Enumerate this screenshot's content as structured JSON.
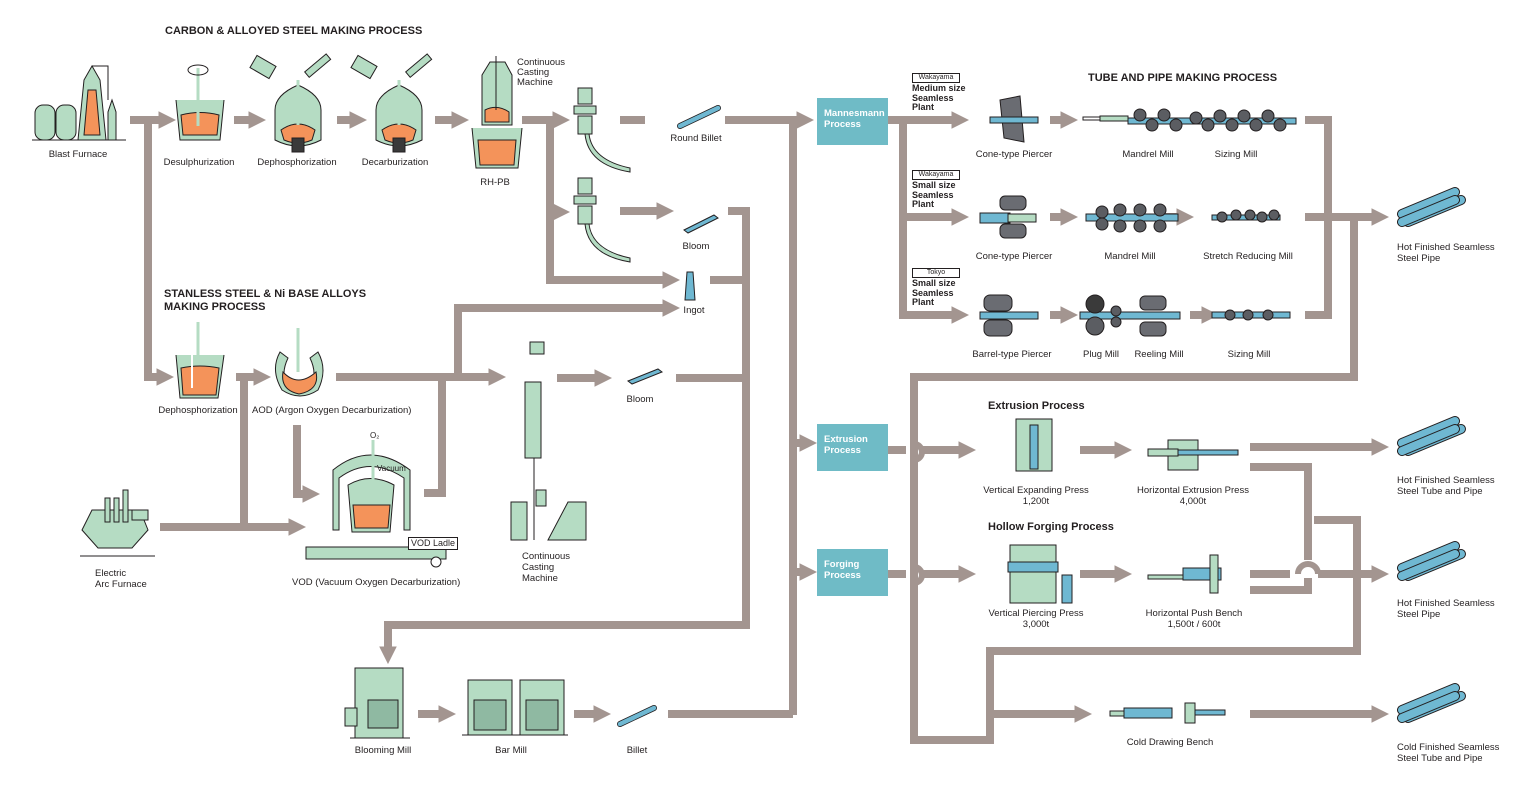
{
  "headings": {
    "carbon": "CARBON & ALLOYED STEEL MAKING PROCESS",
    "stainless_1": "STANLESS STEEL & Ni BASE ALLOYS",
    "stainless_2": "MAKING PROCESS",
    "tube": "TUBE AND PIPE MAKING PROCESS",
    "extrusion": "Extrusion Process",
    "hollow_forging": "Hollow Forging Process"
  },
  "carbon_line": {
    "blast_furnace": "Blast Furnace",
    "desulphurization": "Desulphurization",
    "dephosphorization": "Dephosphorization",
    "decarburization": "Decarburization",
    "rh_pb": "RH-PB",
    "ccm_1": "Continuous",
    "ccm_2": "Casting",
    "ccm_3": "Machine",
    "round_billet": "Round Billet",
    "bloom": "Bloom",
    "ingot": "Ingot"
  },
  "stainless_line": {
    "dephosphorization": "Dephosphorization",
    "aod": "AOD (Argon Oxygen Decarburization)",
    "eaf_1": "Electric",
    "eaf_2": "Arc Furnace",
    "o2": "O₂",
    "vacuum": "Vacuum",
    "vod_ladle": "VOD Ladle",
    "vod": "VOD (Vacuum Oxygen Decarburization)",
    "ccm_1": "Continuous",
    "ccm_2": "Casting",
    "ccm_3": "Machine",
    "bloom": "Bloom"
  },
  "rolling_line": {
    "blooming_mill": "Blooming Mill",
    "bar_mill": "Bar Mill",
    "billet": "Billet"
  },
  "process_boxes": {
    "mannesmann_1": "Mannesmann",
    "mannesmann_2": "Process",
    "extrusion_1": "Extrusion",
    "extrusion_2": "Process",
    "forging_1": "Forging",
    "forging_2": "Process"
  },
  "plants": [
    {
      "location": "Wakayama",
      "line1": "Medium size",
      "line2": "Seamless",
      "line3": "Plant"
    },
    {
      "location": "Wakayama",
      "line1": "Small size",
      "line2": "Seamless",
      "line3": "Plant"
    },
    {
      "location": "Tokyo",
      "line1": "Small size",
      "line2": "Seamless",
      "line3": "Plant"
    }
  ],
  "mannesmann_rows": [
    {
      "piercer": "Cone-type Piercer",
      "mill": "Mandrel Mill",
      "finish": "Sizing Mill"
    },
    {
      "piercer": "Cone-type Piercer",
      "mill": "Mandrel Mill",
      "finish": "Stretch Reducing Mill"
    },
    {
      "piercer": "Barrel-type Piercer",
      "mill": "Plug Mill",
      "mill2": "Reeling Mill",
      "finish": "Sizing Mill"
    }
  ],
  "extrusion": {
    "vep": "Vertical Expanding Press",
    "vep_t": "1,200t",
    "hep": "Horizontal Extrusion Press",
    "hep_t": "4,000t"
  },
  "forging": {
    "vpp": "Vertical Piercing Press",
    "vpp_t": "3,000t",
    "hpb": "Horizontal Push Bench",
    "hpb_t": "1,500t / 600t"
  },
  "cold": {
    "bench": "Cold Drawing Bench"
  },
  "products": [
    {
      "line1": "Hot Finished Seamless",
      "line2": "Steel Pipe"
    },
    {
      "line1": "Hot Finished Seamless",
      "line2": "Steel Tube and Pipe"
    },
    {
      "line1": "Hot Finished Seamless",
      "line2": "Steel Pipe"
    },
    {
      "line1": "Cold Finished Seamless",
      "line2": "Steel Tube and Pipe"
    }
  ],
  "colors": {
    "flow": "#a39590",
    "equipment": "#b5dcc3",
    "molten": "#f4935a",
    "steel_product": "#6fb8d2",
    "process_box": "#6fbbc6",
    "roll": "#5b5d62"
  }
}
